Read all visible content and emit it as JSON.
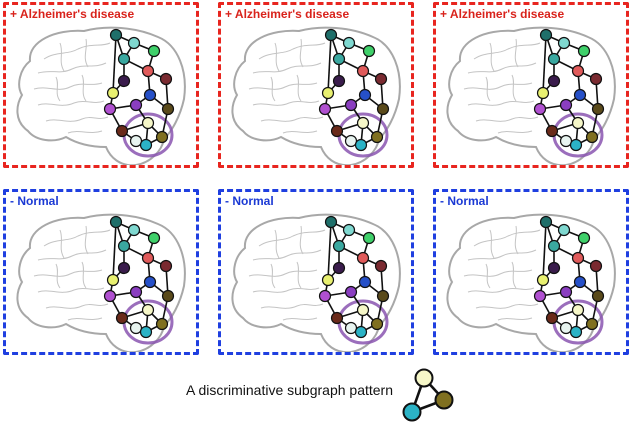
{
  "panels": [
    {
      "label": "+ Alzheimer's disease",
      "class": "ad"
    },
    {
      "label": "+ Alzheimer's disease",
      "class": "ad"
    },
    {
      "label": "+ Alzheimer's disease",
      "class": "ad"
    },
    {
      "label": "- Normal",
      "class": "normal"
    },
    {
      "label": "- Normal",
      "class": "normal"
    },
    {
      "label": "- Normal",
      "class": "normal"
    }
  ],
  "legend": {
    "caption": "A discriminative subgraph pattern"
  },
  "colors": {
    "ad_border": "#e8251f",
    "normal_border": "#1f3fe0",
    "highlight_ring": "#8a55b0",
    "brain_outline": "#a8a8a8",
    "node_light": "#f6f7c8",
    "node_teal": "#2bb3c6",
    "node_olive": "#807020"
  }
}
